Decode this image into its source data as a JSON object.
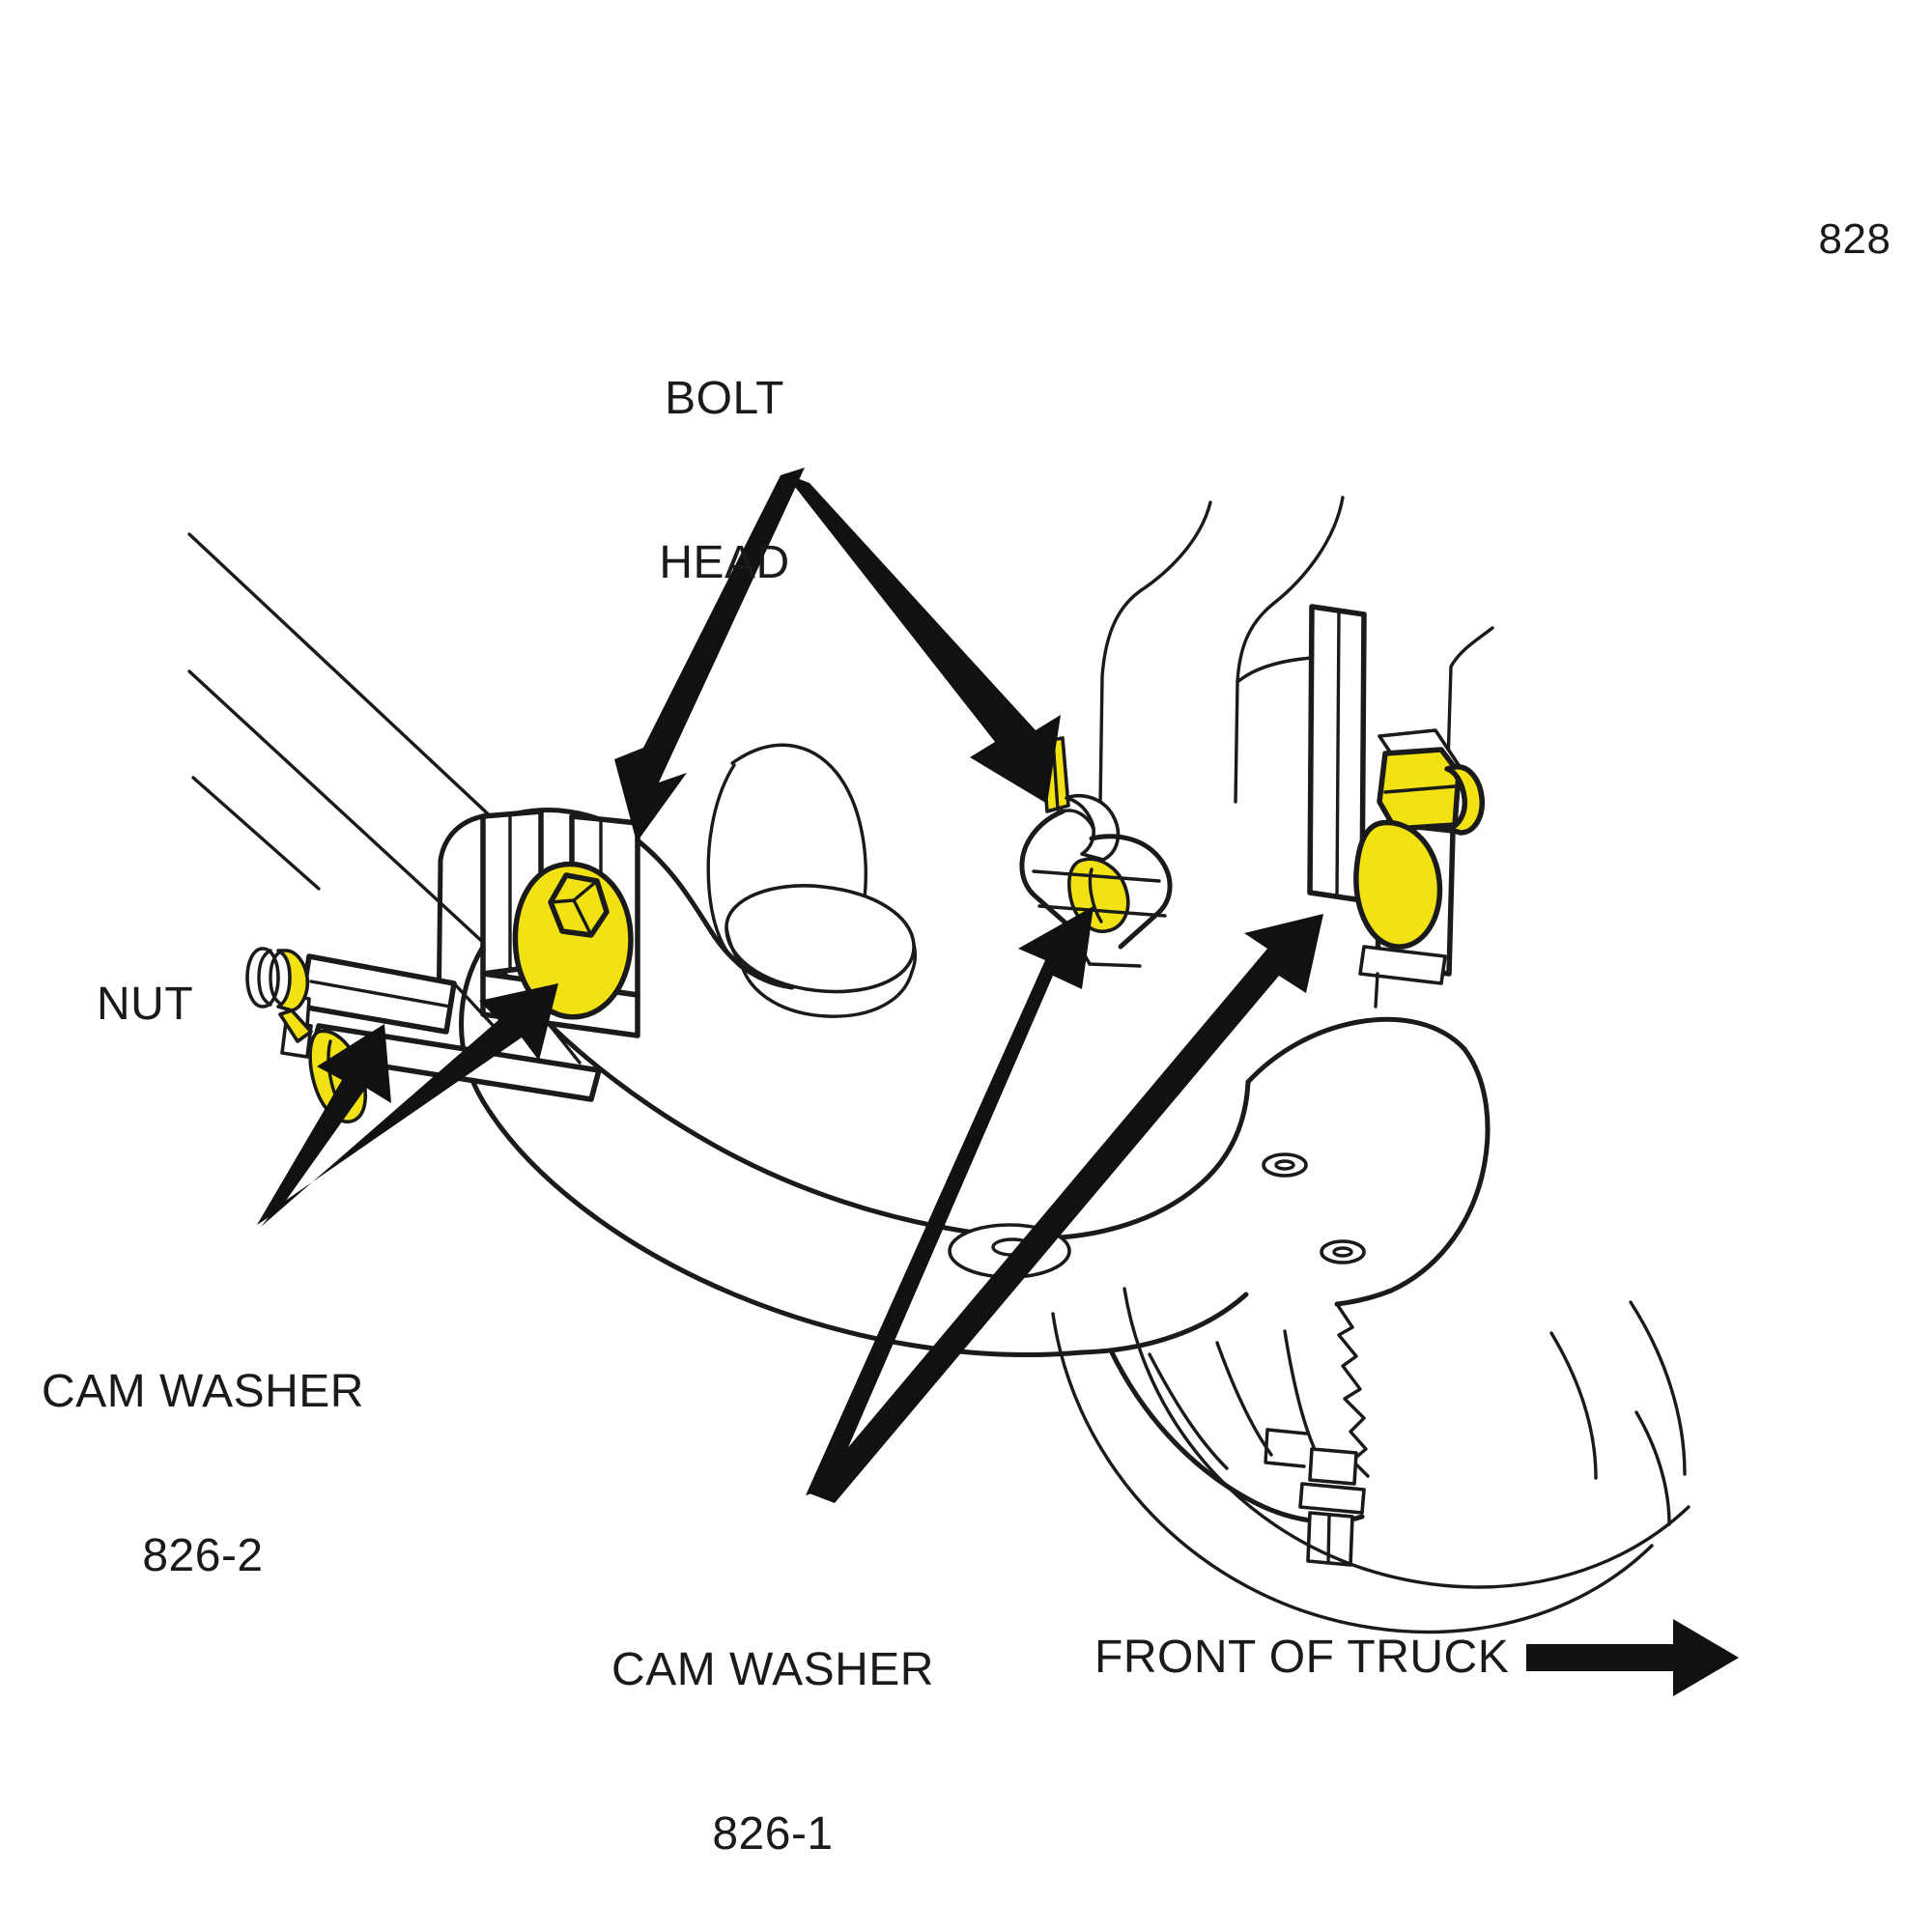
{
  "figure": {
    "title": "Front suspension upper control arm cam washer adjustment diagram",
    "page_number": "828",
    "colors": {
      "line": "#1a1a1a",
      "highlight_yellow": "#F2E213",
      "highlight_yellow_dark": "#E6D200",
      "arrow": "#111111",
      "background": "#FFFFFF"
    },
    "callouts": [
      {
        "id": "bolt-head",
        "line1": "BOLT",
        "line2": "HEAD",
        "text": "BOLT HEAD",
        "arrow_count": 2,
        "targets": [
          "left-bracket-bolt-head",
          "right-frame-bolt-head"
        ]
      },
      {
        "id": "nut",
        "line1": "NUT",
        "line2": "",
        "text": "NUT",
        "arrow_count": 0,
        "targets": [
          "left-bracket-nut"
        ]
      },
      {
        "id": "cam-washer-826-2",
        "line1": "CAM WASHER",
        "line2": "826-2",
        "text": "CAM WASHER 826-2",
        "arrow_count": 2,
        "targets": [
          "left-lower-cam-washer",
          "left-upper-cam-washer"
        ]
      },
      {
        "id": "cam-washer-826-1",
        "line1": "CAM WASHER",
        "line2": "826-1",
        "text": "CAM WASHER 826-1",
        "arrow_count": 2,
        "targets": [
          "center-cam-washer",
          "right-cam-washer"
        ]
      },
      {
        "id": "front-of-truck",
        "line1": "FRONT OF TRUCK",
        "line2": "",
        "text": "FRONT OF TRUCK",
        "arrow_count": 1,
        "direction": "right"
      }
    ],
    "parts": [
      {
        "id": "left-bracket",
        "name": "upper control arm mounting bracket (left)"
      },
      {
        "id": "left-bracket-nut",
        "name": "adjuster nut"
      },
      {
        "id": "left-upper-cam-washer",
        "name": "cam washer 826-2 upper"
      },
      {
        "id": "left-lower-cam-washer",
        "name": "cam washer 826-2 lower"
      },
      {
        "id": "left-bolt-head",
        "name": "bolt head left"
      },
      {
        "id": "control-arm",
        "name": "upper control arm"
      },
      {
        "id": "ball-joint-boss",
        "name": "ball joint boss"
      },
      {
        "id": "center-cam-washer",
        "name": "cam washer 826-1 center"
      },
      {
        "id": "right-cam-washer",
        "name": "cam washer 826-1 right"
      },
      {
        "id": "right-bolt-head",
        "name": "bolt head right"
      },
      {
        "id": "steering-knuckle",
        "name": "steering knuckle"
      },
      {
        "id": "lower-ball-joint-stud",
        "name": "lower ball joint stud and nut"
      },
      {
        "id": "brake-rotor-arcs",
        "name": "brake rotor / wheel arcs"
      },
      {
        "id": "frame-rail",
        "name": "frame rail outline"
      }
    ]
  }
}
